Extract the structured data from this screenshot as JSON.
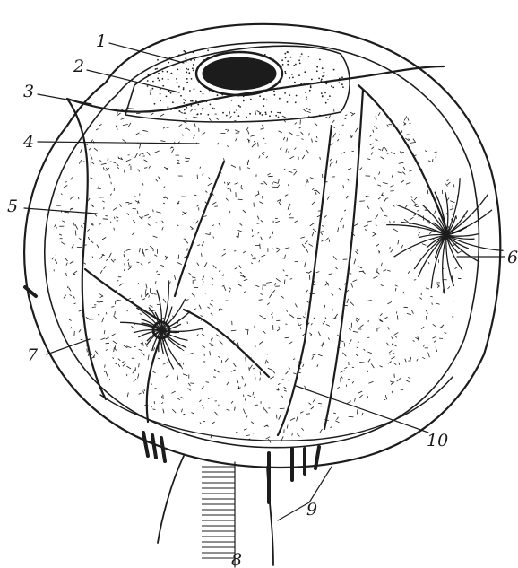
{
  "figure": {
    "labels": {
      "l1": "1",
      "l2": "2",
      "l3": "3",
      "l4": "4",
      "l5": "5",
      "l6": "6",
      "l7": "7",
      "l8": "8",
      "l9": "9",
      "l10": "10"
    },
    "colors": {
      "ink": "#1c1c1c",
      "background": "#ffffff"
    }
  }
}
